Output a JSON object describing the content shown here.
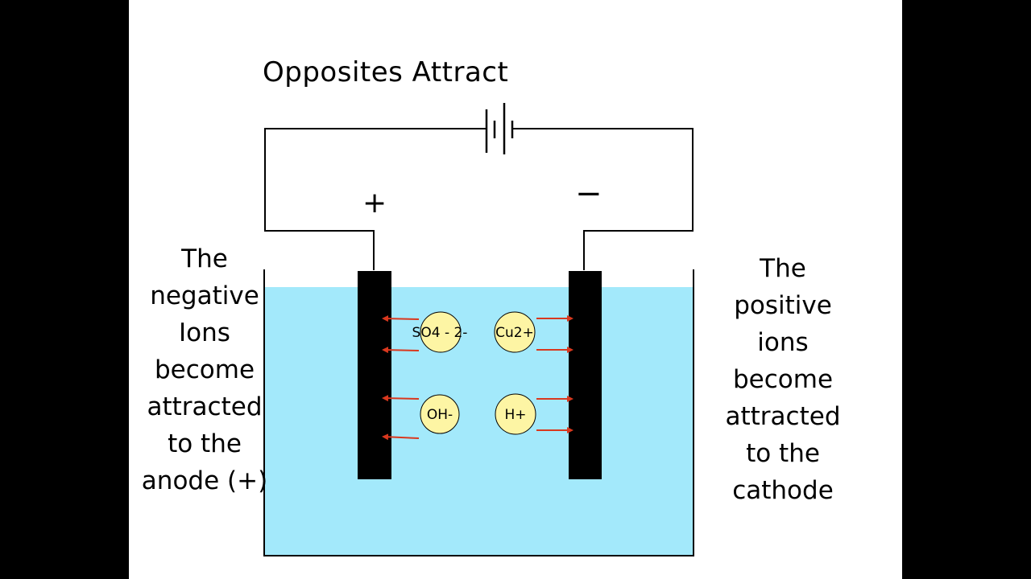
{
  "title": "Opposites Attract",
  "anode_sign": "+",
  "cathode_sign": "−",
  "left_text": [
    "The",
    "negative",
    "Ions",
    "become",
    "attracted",
    "to the",
    "anode (+)"
  ],
  "right_text": [
    "The",
    "positive",
    "ions",
    "become",
    "attracted",
    "to the",
    "cathode"
  ],
  "ions": {
    "sulfate": "SO4 - 2-",
    "copper": "Cu2+",
    "hydroxide": "OH-",
    "hydrogen": "H+"
  },
  "colors": {
    "background": "#000000",
    "slide": "#ffffff",
    "electrolyte": "#a3e9fb",
    "electrode": "#000000",
    "ion_fill": "#fdf5a4",
    "arrow": "#d9381e"
  }
}
